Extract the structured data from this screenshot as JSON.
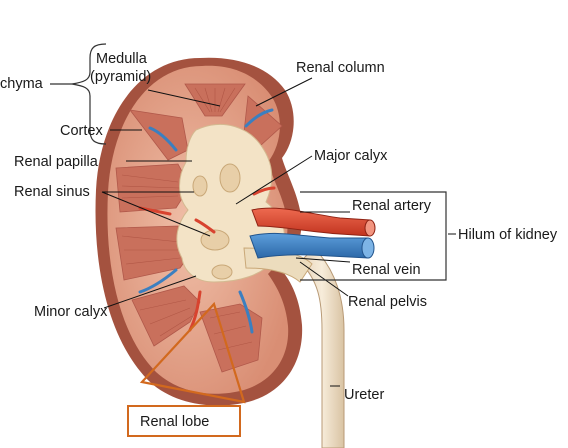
{
  "labels": {
    "parenchyma": "chyma",
    "medulla_line1": "Medulla",
    "medulla_line2": "(pyramid)",
    "cortex": "Cortex",
    "renal_column": "Renal column",
    "renal_papilla": "Renal papilla",
    "major_calyx": "Major calyx",
    "renal_sinus": "Renal sinus",
    "renal_artery": "Renal artery",
    "hilum": "Hilum of kidney",
    "renal_vein": "Renal vein",
    "minor_calyx": "Minor calyx",
    "renal_pelvis": "Renal pelvis",
    "ureter": "Ureter",
    "renal_lobe": "Renal lobe"
  },
  "colors": {
    "capsule": "#a4523f",
    "cortex": "#e3a28a",
    "medulla": "#c9705c",
    "sinus": "#f3e3c6",
    "artery": "#d8432f",
    "vein": "#3b7fc0",
    "highlight": "#d2691e"
  }
}
